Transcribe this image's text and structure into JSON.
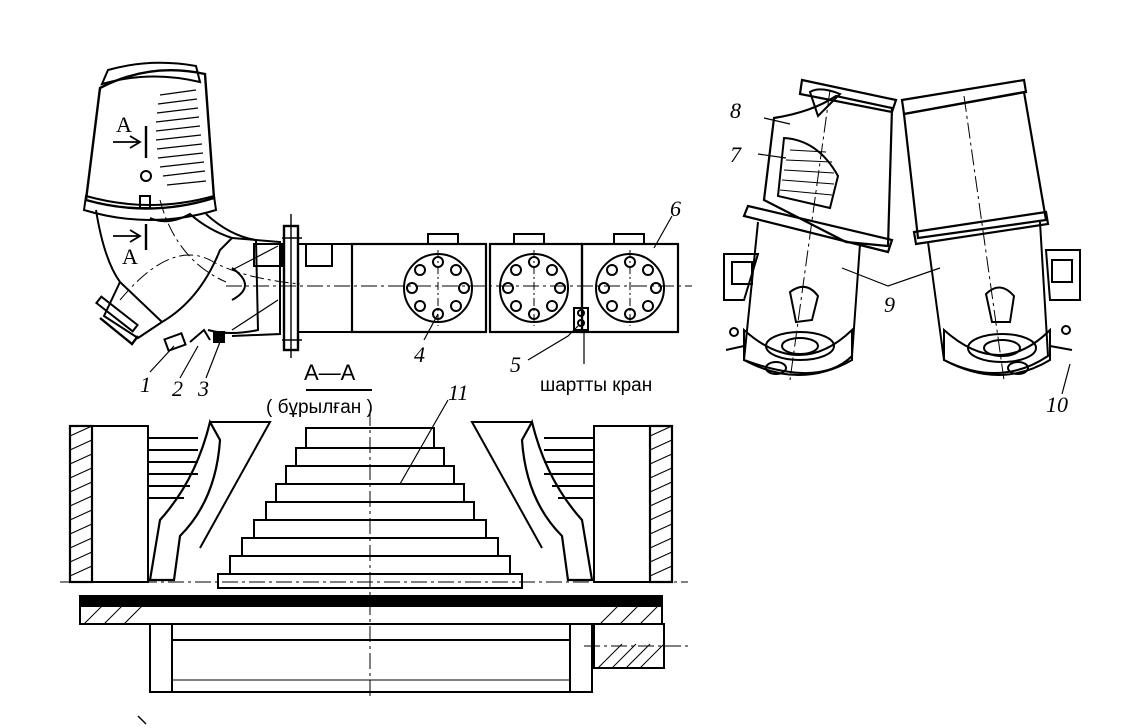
{
  "labels": {
    "n1": "1",
    "n2": "2",
    "n3": "3",
    "n4": "4",
    "n5": "5",
    "n6": "6",
    "n7": "7",
    "n8": "8",
    "n9": "9",
    "n10": "10",
    "n11": "11"
  },
  "section_marks": {
    "upper": "A",
    "lower": "A"
  },
  "section_title": "A—A",
  "section_subtitle": "( бұрылған )",
  "valve_caption": "шартты кран"
}
